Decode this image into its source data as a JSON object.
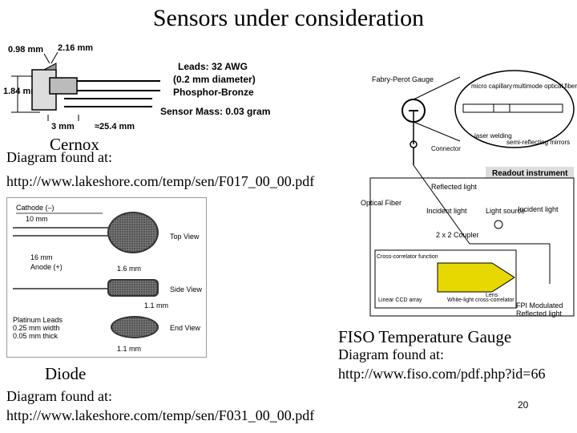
{
  "title": "Sensors under consideration",
  "cernox": {
    "name": "Cernox",
    "found_at": "Diagram found at:",
    "url": "http://www.lakeshore.com/temp/sen/F017_00_00.pdf",
    "dims": {
      "width_top": "0.98 mm",
      "width_top2": "2.16 mm",
      "height": "1.84 mm",
      "body_len": "3 mm",
      "lead_len": "≈25.4 mm"
    },
    "notes": [
      "Leads: 32 AWG",
      "(0.2 mm diameter)",
      "Phosphor-Bronze",
      "Sensor Mass: 0.03 gram"
    ]
  },
  "diode": {
    "name": "Diode",
    "found_at": "Diagram found at:",
    "url": "http://www.lakeshore.com/temp/sen/F031_00_00.pdf",
    "labels": {
      "cathode": "Cathode (–)",
      "cathode_len": "10 mm",
      "anode_len": "16 mm",
      "anode": "Anode (+)",
      "width": "1.6 mm",
      "thick": "1.1 mm",
      "end_width": "1.1 mm",
      "leads1": "Platinum Leads",
      "leads2": "0.25 mm width",
      "leads3": "0.05 mm thick",
      "top_view": "Top View",
      "side_view": "Side View",
      "end_view": "End View"
    }
  },
  "fiso": {
    "name": "FISO Temperature Gauge",
    "found_at": "Diagram found at:",
    "url": "http://www.fiso.com/pdf.php?id=66",
    "labels": {
      "fabry_perot": "Fabry-Perot Gauge",
      "micro_capillary": "micro capillary",
      "multimode_fiber": "multimode optical fiber",
      "laser_welding": "laser welding",
      "semi_reflecting": "semi-reflecting mirrors",
      "connector": "Connector",
      "readout": "Readout instrument",
      "reflected_light": "Reflected light",
      "optical_fiber": "Optical Fiber",
      "incident_light": "Incident light",
      "light_source": "Light source",
      "incident_light2": "Incident light",
      "coupler": "2 x 2 Coupler",
      "cross_correlator": "Cross-correlator function",
      "linear_ccd": "Linear CCD array",
      "white_light": "White-light cross-correlator",
      "lens": "Lens",
      "fpi_modulated": "FPI Modulated",
      "reflected_light2": "Reflected light"
    }
  },
  "page_number": "20"
}
